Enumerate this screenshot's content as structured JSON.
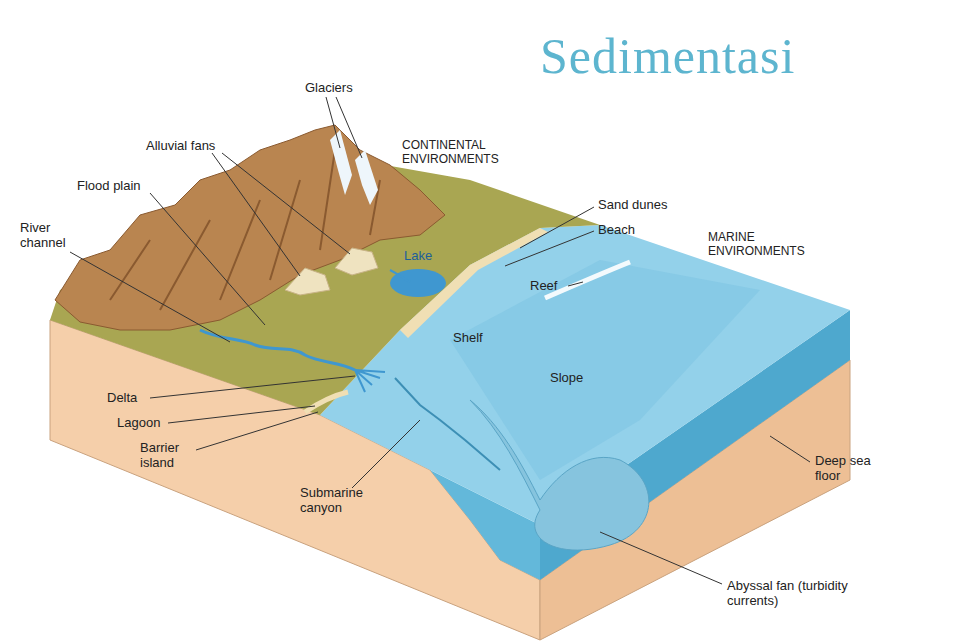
{
  "diagram": {
    "title": "Sedimentasi",
    "labels": [
      "Glaciers",
      "Alluvial fans",
      "CONTINENTAL ENVIRONMENTS",
      "Flood plain",
      "River channel",
      "Lake",
      "Sand dunes",
      "Beach",
      "MARINE ENVIRONMENTS",
      "Reef",
      "Shelf",
      "Slope",
      "Delta",
      "Lagoon",
      "Barrier island",
      "Submarine canyon",
      "Deep sea floor",
      "Abyssal fan (turbidity currents)"
    ]
  }
}
